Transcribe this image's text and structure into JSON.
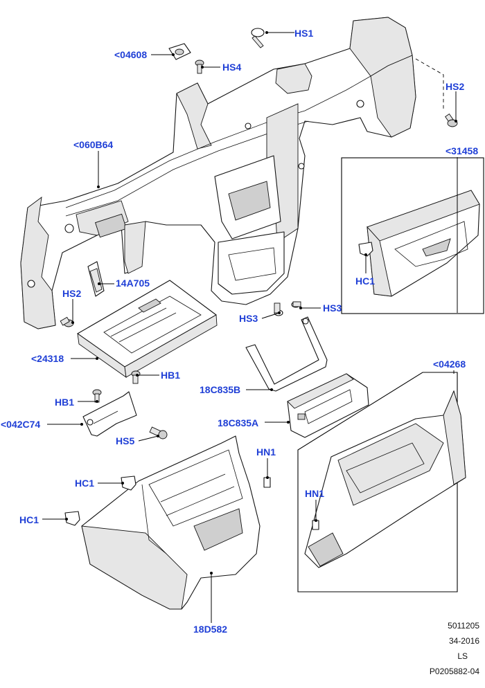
{
  "diagram": {
    "callouts": {
      "hs1": "HS1",
      "p04608": "<04608",
      "hs4": "HS4",
      "hs2_top": "HS2",
      "p060b64": "<060B64",
      "p31458": "<31458",
      "hc1_right": "HC1",
      "hs2_left": "HS2",
      "p14a705": "14A705",
      "hs3_right": "HS3",
      "hs3_left": "HS3",
      "p24318": "<24318",
      "p04268": "<04268",
      "hb1_right": "HB1",
      "p18c835b": "18C835B",
      "hb1_left": "HB1",
      "p042c74": "<042C74",
      "p18c835a": "18C835A",
      "hs5": "HS5",
      "hn1_top": "HN1",
      "hc1_a": "HC1",
      "hn1_lower": "HN1",
      "hc1_b": "HC1",
      "p18d582": "18D582"
    },
    "reference": {
      "line1": "5011205",
      "line2": "34-2016",
      "line3": "LS",
      "line4": "P0205882-04"
    },
    "colors": {
      "callout_text": "#1f3fd6",
      "line_art": "#111111",
      "background": "#ffffff"
    }
  }
}
